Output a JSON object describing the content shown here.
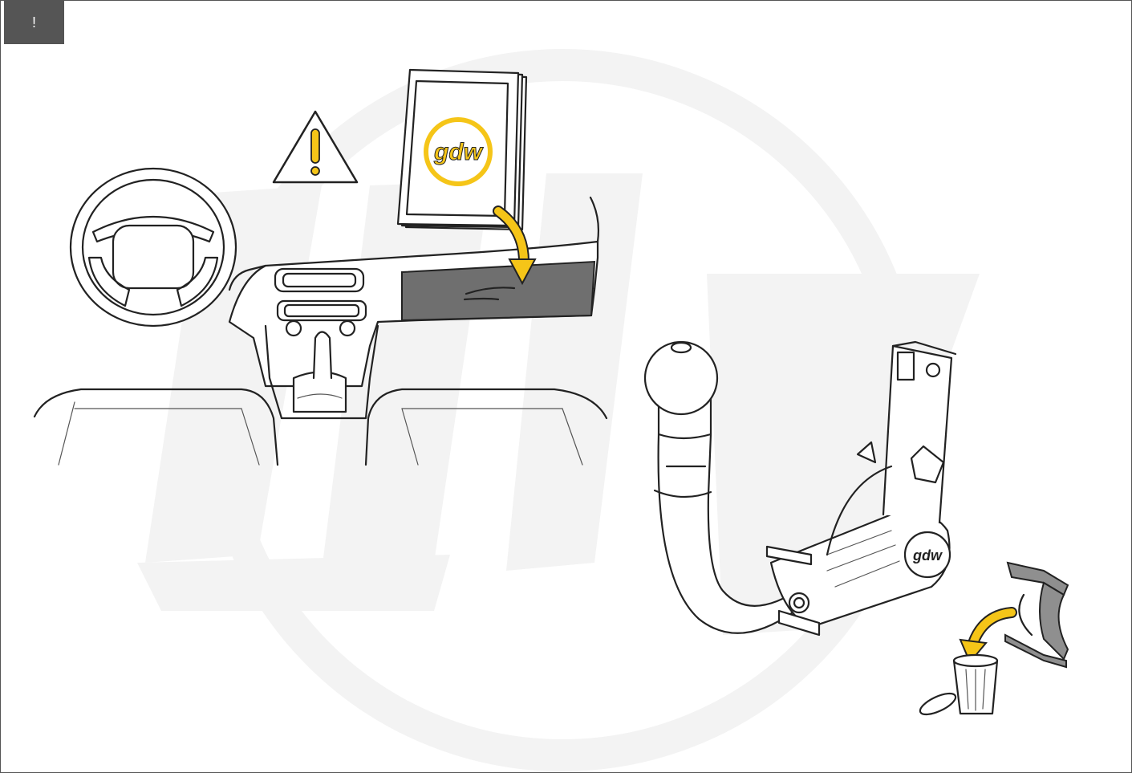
{
  "header": {
    "badge_label": "!"
  },
  "colors": {
    "badge_bg": "#555555",
    "badge_text": "#ffffff",
    "watermark": "#f3f3f3",
    "accent_yellow": "#f5c518",
    "glovebox_gray": "#6f6f6f",
    "line": "#222222",
    "cap_gray": "#8f8f8f"
  },
  "manual": {
    "logo_text": "gdw"
  },
  "towbar": {
    "logo_text": "gdw"
  },
  "icons": [
    "warning-icon",
    "manual-book",
    "arrow-icon",
    "trash-can-icon"
  ]
}
